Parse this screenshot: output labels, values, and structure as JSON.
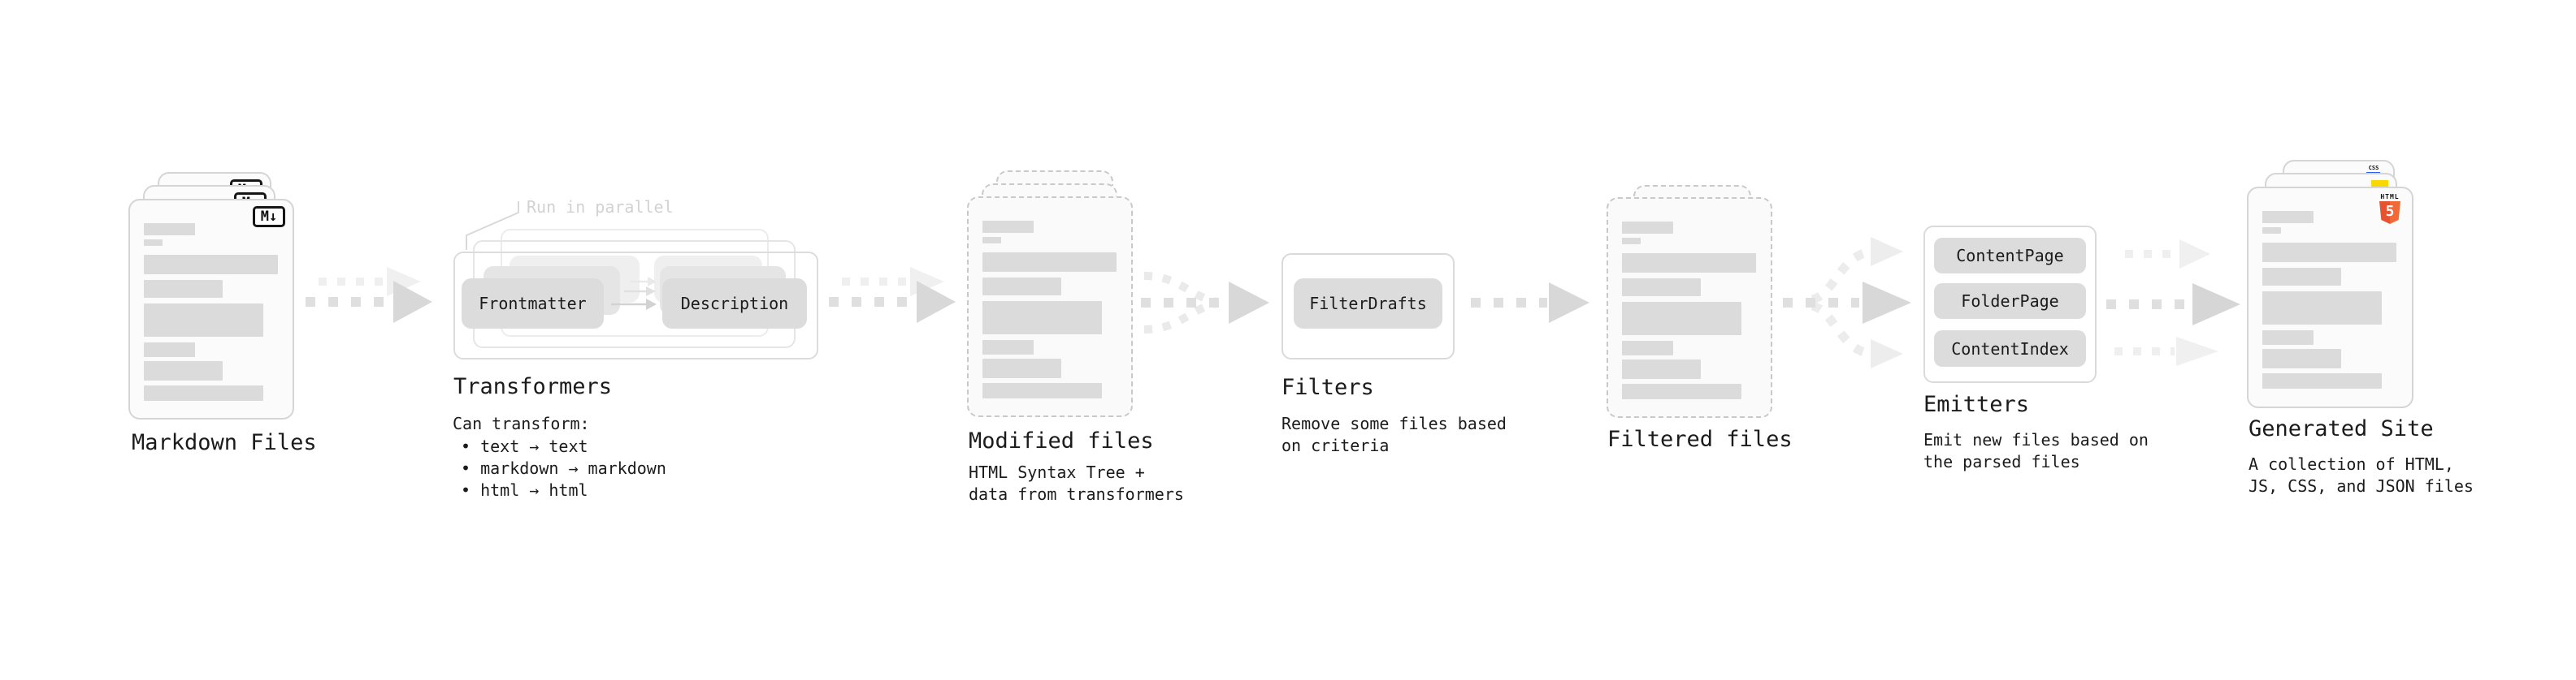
{
  "page": {
    "background": "#ffffff"
  },
  "colors": {
    "ink": "#1b1b1b",
    "card_border": "#d5d5d5",
    "placeholder_bar": "#dbdbdb",
    "pill_fill": "#dcdcdc",
    "arrow_main": "#dfdfdf",
    "arrow_faint": "#efefef",
    "html5_orange": "#e5532f",
    "js_yellow": "#f8d800",
    "css_blue": "#2f62ef"
  },
  "stages": {
    "markdown_files": {
      "label": "Markdown Files",
      "badge": "M↓"
    },
    "transformers": {
      "annotation": "Run in parallel",
      "input_pill": "Frontmatter",
      "output_pill": "Description",
      "label": "Transformers",
      "desc_title": "Can transform:",
      "bullets": [
        "• text → text",
        "• markdown → markdown",
        "• html → html"
      ]
    },
    "modified_files": {
      "label": "Modified files",
      "desc": [
        "HTML Syntax Tree +",
        "data from transformers"
      ]
    },
    "filters": {
      "pill": "FilterDrafts",
      "label": "Filters",
      "desc": [
        "Remove some files based",
        "on criteria"
      ]
    },
    "filtered_files": {
      "label": "Filtered files"
    },
    "emitters": {
      "pills": [
        "ContentPage",
        "FolderPage",
        "ContentIndex"
      ],
      "label": "Emitters",
      "desc": [
        "Emit new files based on",
        "the parsed files"
      ]
    },
    "generated_site": {
      "label": "Generated Site",
      "desc": [
        "A collection of HTML,",
        "JS, CSS, and JSON files"
      ],
      "badges": {
        "html5_word": "HTML",
        "html5_number": "5",
        "css": "CSS"
      }
    }
  },
  "decor": {
    "bars": [
      [
        63,
        15,
        0
      ],
      [
        23,
        8,
        5
      ],
      [
        165,
        24,
        11
      ],
      [
        97,
        22,
        7
      ],
      [
        147,
        41,
        7
      ],
      [
        63,
        18,
        7
      ],
      [
        97,
        24,
        5
      ],
      [
        147,
        19,
        6
      ]
    ]
  }
}
